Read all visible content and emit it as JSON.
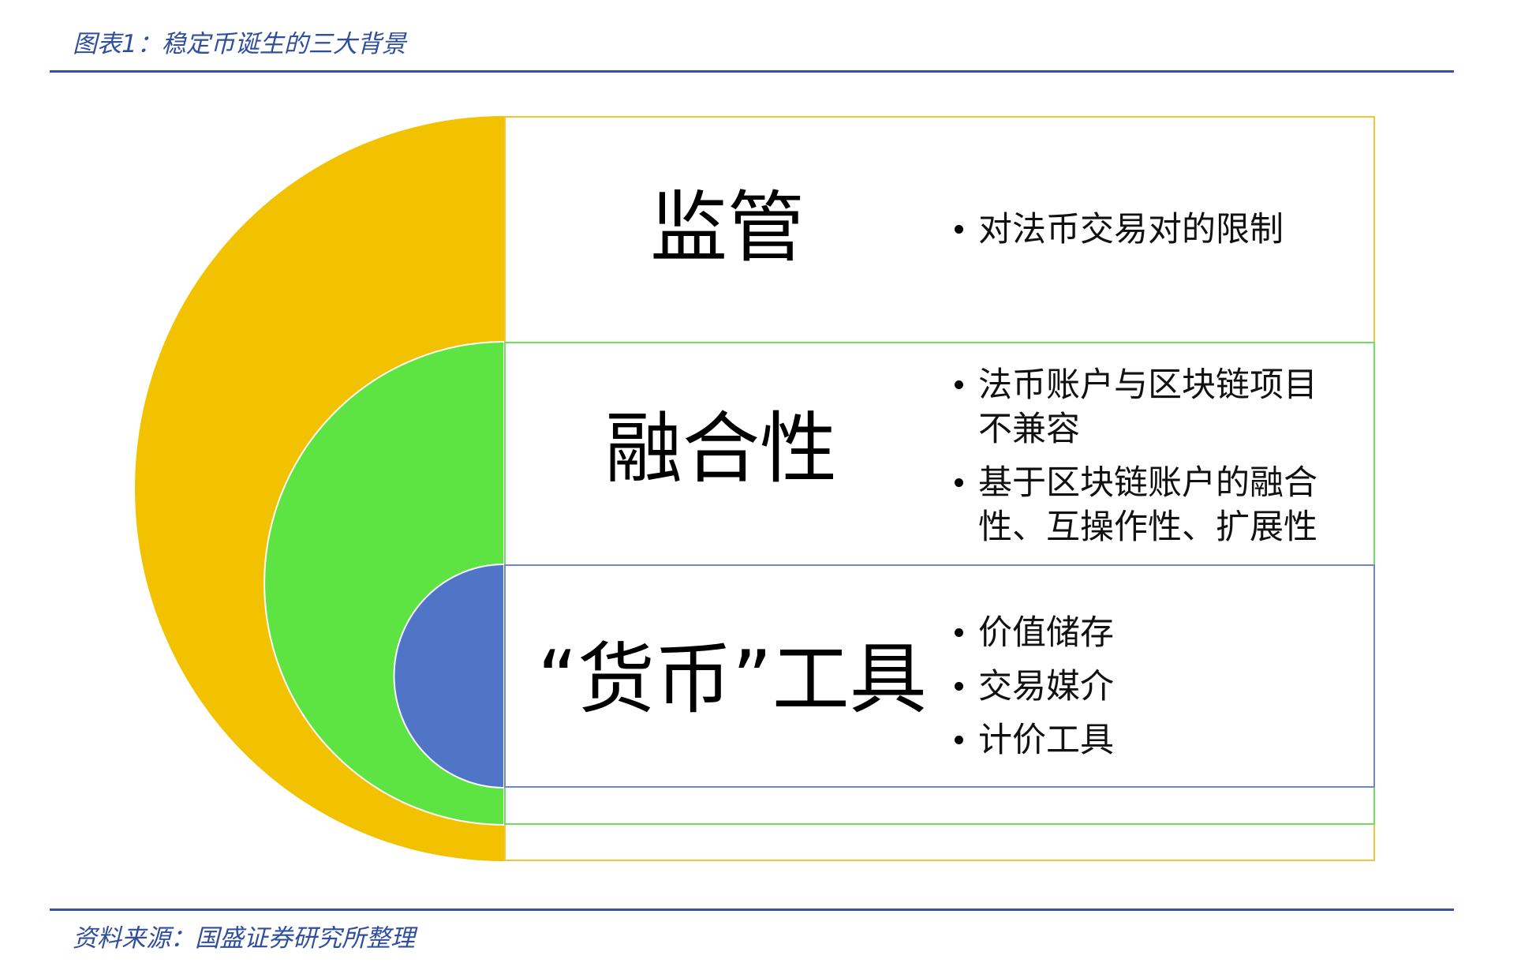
{
  "header": {
    "title": "图表1：稳定币诞生的三大背景"
  },
  "footer": {
    "source": "资料来源：国盛证券研究所整理"
  },
  "colors": {
    "title_blue": "#2f4f9e",
    "rule_blue": "#3450a2",
    "yellow": "#f2c100",
    "green": "#5de342",
    "blue": "#5074c6"
  },
  "diagram": {
    "layers": [
      {
        "heading": "监管",
        "color": "#f2c100",
        "bullets": [
          "对法币交易对的限制"
        ]
      },
      {
        "heading": "融合性",
        "color": "#5de342",
        "bullets": [
          "法币账户与区块链项目不兼容",
          "基于区块链账户的融合性、互操作性、扩展性"
        ]
      },
      {
        "heading": "“货币”工具",
        "color": "#5074c6",
        "bullets": [
          "价值储存",
          "交易媒介",
          "计价工具"
        ]
      }
    ]
  }
}
